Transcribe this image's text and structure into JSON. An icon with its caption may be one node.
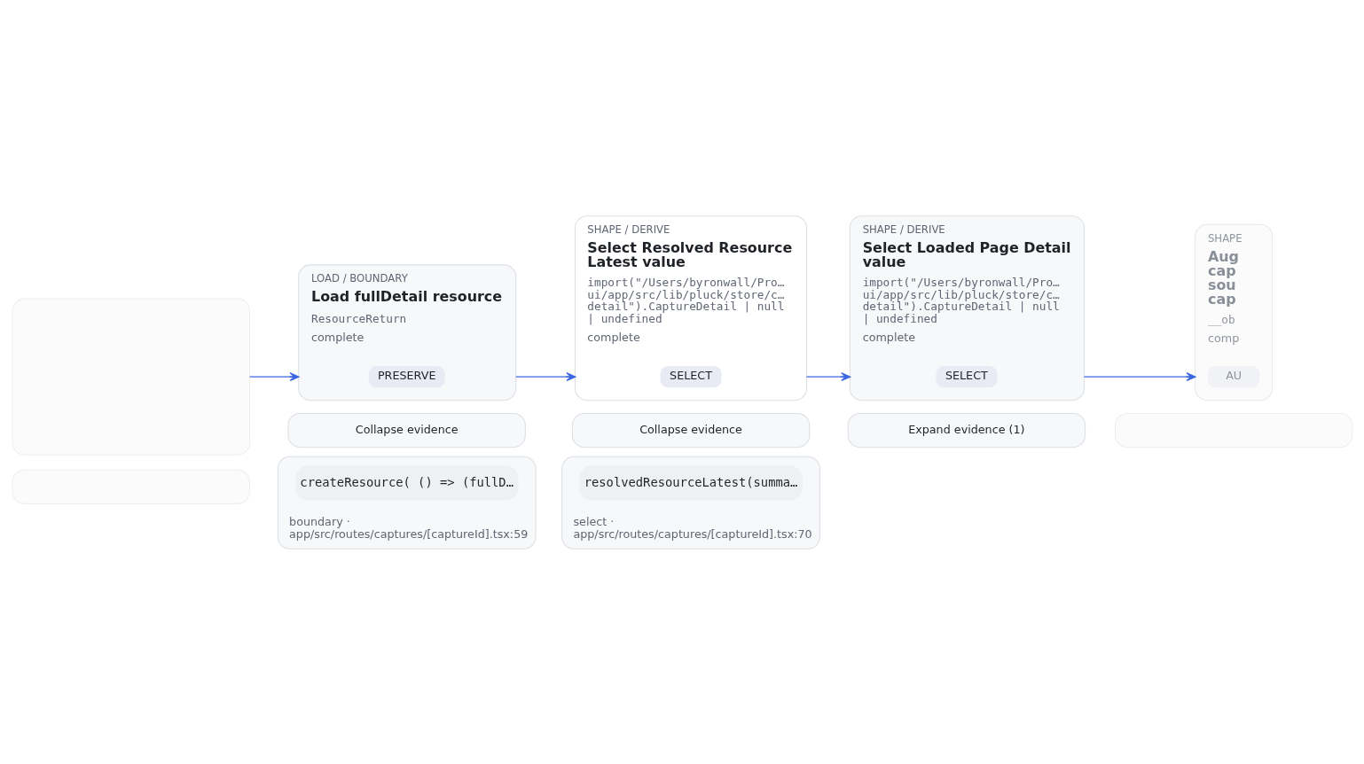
{
  "diagram": {
    "nodes": [
      {
        "text": [],
        "shape": "box"
      },
      {
        "text": [],
        "shape": "box"
      },
      {
        "text": [
          "LOAD / BOUNDARY",
          "Load fullDetail resource",
          "ResourceReturn",
          "complete"
        ]
      },
      {
        "text": [
          "PRESERVE"
        ],
        "in": 2
      },
      {
        "text": [
          "Collapse evidence"
        ]
      },
      {
        "text": [
          "boundary · app/src/routes/captures/[captureId].tsx:59"
        ]
      },
      {
        "text": [
          "createResource( () => (fullD…"
        ],
        "in": 5
      },
      {
        "text": [
          "SHAPE / DERIVE",
          "Select Resolved Resource Latest value",
          "import(\"/Users/byronwall/Pro… ui/app/src/lib/pluck/store/c… detail\").CaptureDetail | null | undefined",
          "complete"
        ]
      },
      {
        "text": [
          "SELECT"
        ],
        "in": 7
      },
      {
        "text": [
          "Collapse evidence"
        ]
      },
      {
        "text": [
          "select · app/src/routes/captures/[captureId].tsx:70"
        ]
      },
      {
        "text": [
          "resolvedResourceLatest(summa…"
        ],
        "in": 10
      },
      {
        "text": [
          "SHAPE / DERIVE",
          "Select Loaded Page Detail value",
          "import(\"/Users/byronwall/Pro… ui/app/src/lib/pluck/store/c… detail\").CaptureDetail | null | undefined",
          "complete"
        ]
      },
      {
        "text": [
          "SELECT"
        ],
        "in": 12
      },
      {
        "text": [
          "Expand evidence (1)"
        ]
      },
      {
        "text": [
          "SHAPE",
          "Aug cap sou cap",
          "__ob",
          "comp"
        ]
      },
      {
        "text": [
          "AU"
        ],
        "in": 15
      },
      {
        "text": [],
        "shape": "box"
      }
    ],
    "edges": [
      {
        "from": 0,
        "to": 2,
        "arrow": "to"
      },
      {
        "from": 2,
        "to": 7,
        "arrow": "to"
      },
      {
        "from": 7,
        "to": 12,
        "arrow": "to"
      },
      {
        "from": 12,
        "to": 15,
        "arrow": "to"
      }
    ]
  }
}
